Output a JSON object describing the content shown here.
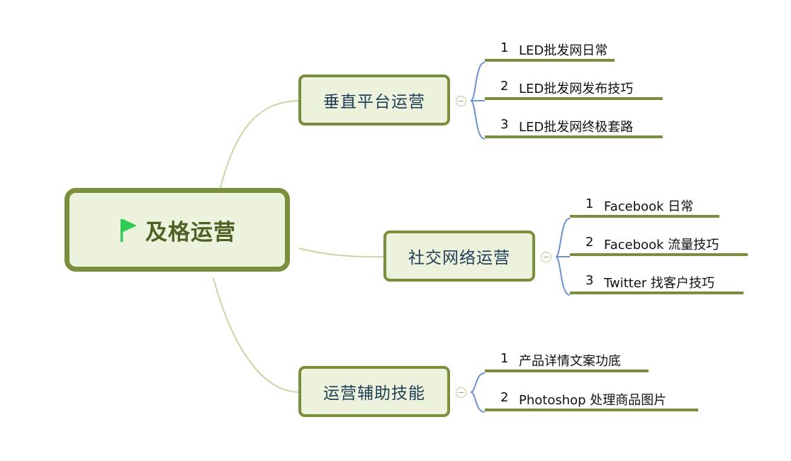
{
  "root": {
    "label": "及格运营",
    "icon": "flag-icon",
    "icon_color": "#2ecc55"
  },
  "branches": [
    {
      "label": "垂直平台运营",
      "leaves": [
        {
          "num": "1",
          "text": "LED批发网日常"
        },
        {
          "num": "2",
          "text": "LED批发网发布技巧"
        },
        {
          "num": "3",
          "text": "LED批发网终极套路"
        }
      ]
    },
    {
      "label": "社交网络运营",
      "leaves": [
        {
          "num": "1",
          "text": "Facebook 日常"
        },
        {
          "num": "2",
          "text": "Facebook 流量技巧"
        },
        {
          "num": "3",
          "text": "Twitter 找客户技巧"
        }
      ]
    },
    {
      "label": "运营辅助技能",
      "leaves": [
        {
          "num": "1",
          "text": "产品详情文案功底"
        },
        {
          "num": "2",
          "text": "Photoshop 处理商品图片"
        }
      ]
    }
  ],
  "colors": {
    "border": "#7a8f3c",
    "fill": "#edf2dd",
    "root_text": "#4e6124",
    "branch_text": "#1f3d57",
    "main_connector": "#c8d7a4",
    "leaf_connector": "#6b93cc"
  }
}
